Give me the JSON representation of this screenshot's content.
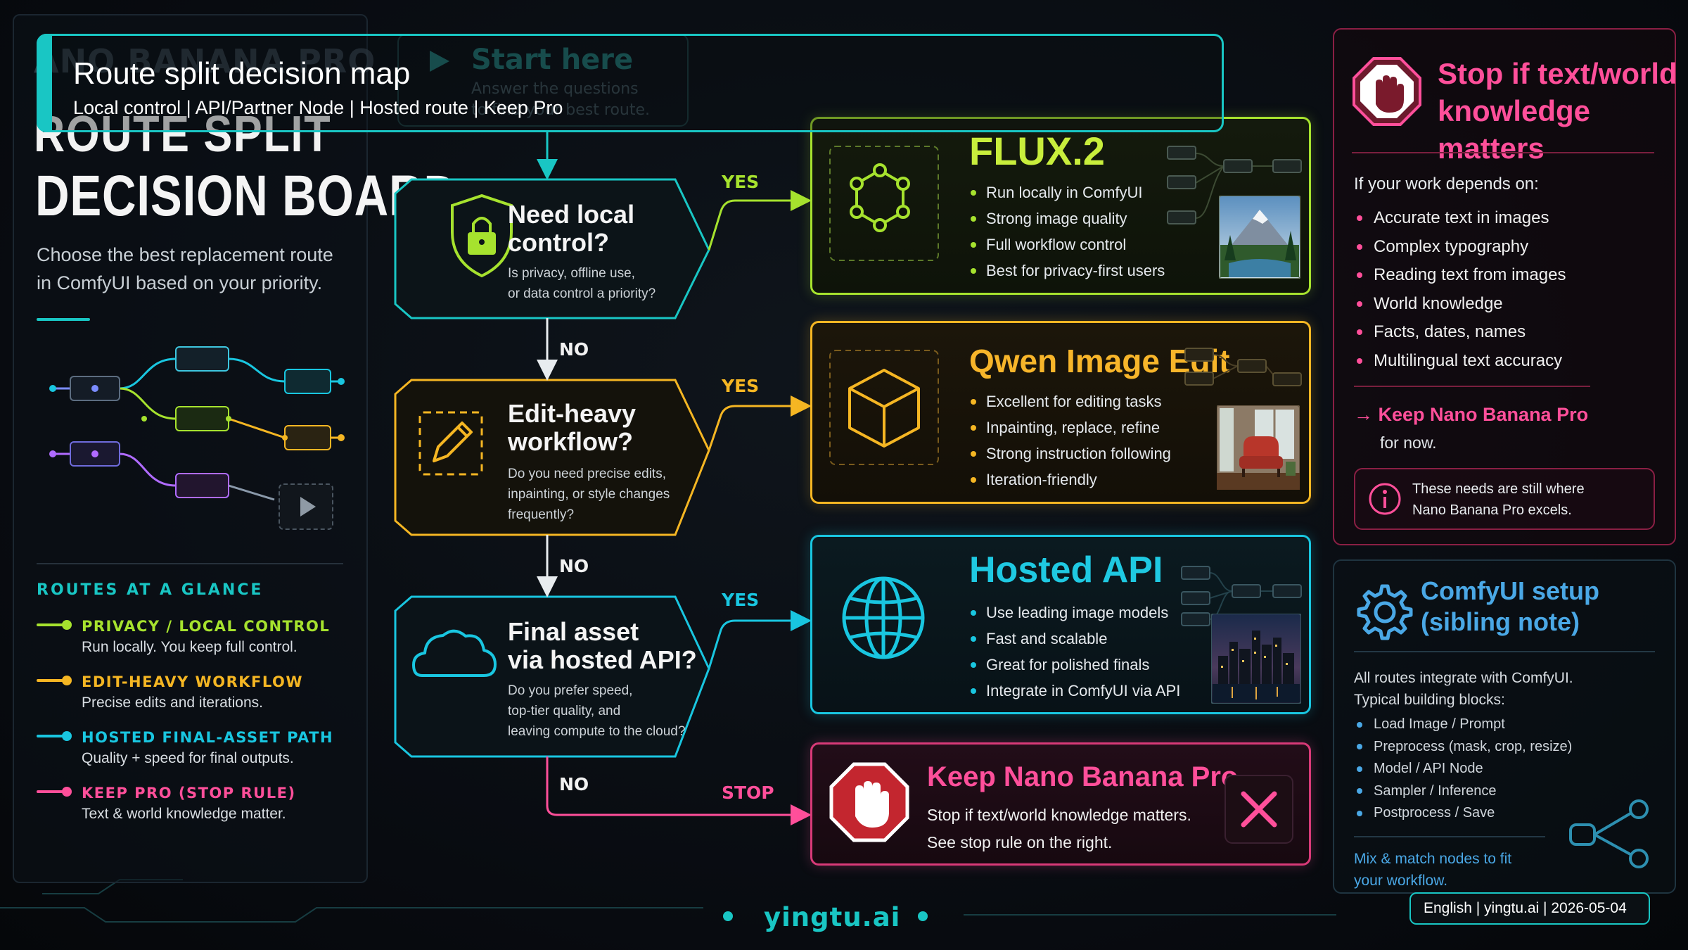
{
  "header": {
    "title": "Route split decision map",
    "subtitle": "Local control | API/Partner Node | Hosted route | Keep Pro"
  },
  "left": {
    "ghost_top": "ANO BANANA PRO",
    "ghost_route": "ROUTE SPLIT",
    "board_title": "DECISION BOARD",
    "subtitle": "Choose the best replacement route in ComfyUI based on your priority.",
    "glance_title": "ROUTES AT A GLANCE",
    "glance": [
      {
        "head": "PRIVACY / LOCAL CONTROL",
        "text": "Run locally. You keep full control.",
        "color": "#a6e22e"
      },
      {
        "head": "EDIT-HEAVY WORKFLOW",
        "text": "Precise edits and iterations.",
        "color": "#f5b623"
      },
      {
        "head": "HOSTED FINAL-ASSET PATH",
        "text": "Quality + speed for final outputs.",
        "color": "#19c6e0"
      },
      {
        "head": "KEEP PRO (STOP RULE)",
        "text": "Text & world knowledge matter.",
        "color": "#ff4f9a"
      }
    ]
  },
  "start": {
    "title": "Start here",
    "sub1": "Answer the questions",
    "sub2": "to find your best route."
  },
  "questions": [
    {
      "title1": "Need local",
      "title2": "control?",
      "sub": [
        "Is privacy, offline use,",
        "or data control a priority?"
      ],
      "icon": "lock-shield-icon"
    },
    {
      "title1": "Edit-heavy",
      "title2": "workflow?",
      "sub": [
        "Do you need precise edits,",
        "inpainting, or style changes",
        "frequently?"
      ],
      "icon": "pencil-icon"
    },
    {
      "title1": "Final asset",
      "title2": "via hosted API?",
      "sub": [
        "Do you prefer speed,",
        "top-tier quality, and",
        "leaving compute to the cloud?"
      ],
      "icon": "cloud-icon"
    }
  ],
  "flow": {
    "yes": "YES",
    "no": "NO",
    "stop": "STOP"
  },
  "cards": [
    {
      "title": "FLUX.2",
      "items": [
        "Run locally in ComfyUI",
        "Strong image quality",
        "Full workflow control",
        "Best for privacy-first users"
      ],
      "color": "#a6e22e"
    },
    {
      "title": "Qwen Image Edit",
      "items": [
        "Excellent for editing tasks",
        "Inpainting, replace, refine",
        "Strong instruction following",
        "Iteration-friendly"
      ],
      "color": "#f5b623"
    },
    {
      "title": "Hosted API",
      "items": [
        "Use leading image models",
        "Fast and scalable",
        "Great for polished finals",
        "Integrate in ComfyUI via API"
      ],
      "color": "#19c6e0"
    }
  ],
  "keep": {
    "title": "Keep Nano Banana Pro",
    "line1": "Stop if text/world knowledge matters.",
    "line2": "See stop rule on the right."
  },
  "stop_panel": {
    "title1": "Stop if text/world",
    "title2": "knowledge matters",
    "intro": "If your work depends on:",
    "items": [
      "Accurate text in images",
      "Complex typography",
      "Reading text from images",
      "World knowledge",
      "Facts, dates, names",
      "Multilingual text accuracy"
    ],
    "keep_link": "Keep Nano Banana Pro",
    "for_now": "for now.",
    "note1": "These needs are still where",
    "note2": "Nano Banana Pro excels."
  },
  "setup_panel": {
    "title1": "ComfyUI setup",
    "title2": "(sibling note)",
    "intro1": "All routes integrate with ComfyUI.",
    "intro2": "Typical building blocks:",
    "items": [
      "Load Image / Prompt",
      "Preprocess (mask, crop, resize)",
      "Model / API Node",
      "Sampler / Inference",
      "Postprocess / Save"
    ],
    "mix1": "Mix & match nodes to fit",
    "mix2": "your workflow."
  },
  "footer": {
    "brand": "yingtu.ai",
    "badge": "English | yingtu.ai | 2026-05-04"
  },
  "colors": {
    "teal": "#19c6c4",
    "green": "#a6e22e",
    "amber": "#f5b623",
    "cyan": "#19c6e0",
    "pink": "#ff4f9a",
    "red": "#d8343f",
    "blue": "#4aa8e6"
  }
}
